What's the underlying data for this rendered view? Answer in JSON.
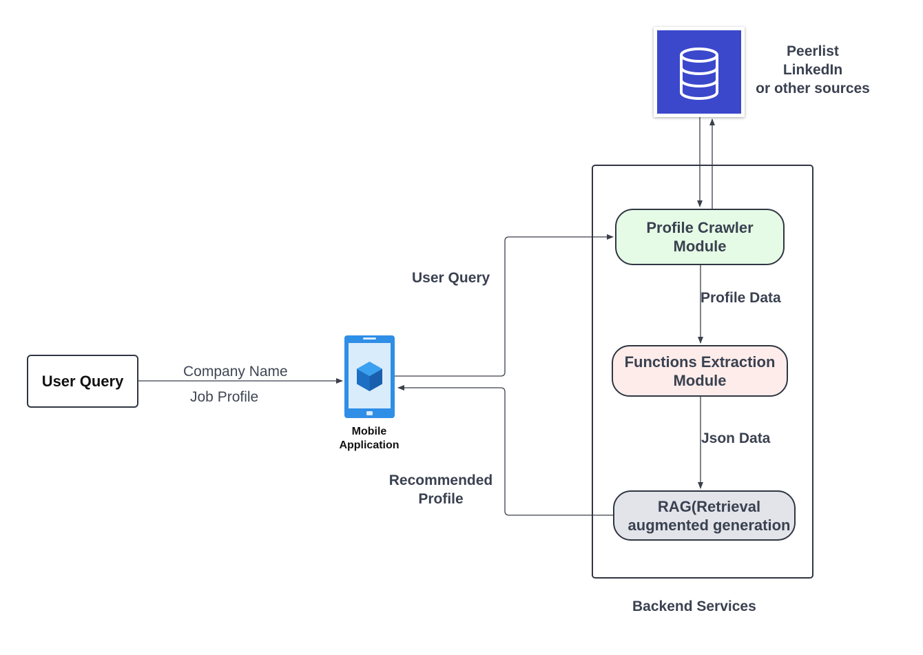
{
  "user_query_box": {
    "label": "User Query"
  },
  "input_labels": {
    "company": "Company Name",
    "job": "Job Profile"
  },
  "mobile": {
    "line1": "Mobile",
    "line2": "Application"
  },
  "edge_labels": {
    "user_query": "User Query",
    "recommended_line1": "Recommended",
    "recommended_line2": "Profile",
    "profile_data": "Profile Data",
    "json_data": "Json Data"
  },
  "database": {
    "line1": "Peerlist",
    "line2": "LinkedIn",
    "line3": "or other sources"
  },
  "modules": {
    "crawler": {
      "line1": "Profile Crawler",
      "line2": "Module"
    },
    "extraction": {
      "line1": "Functions Extraction",
      "line2": "Module"
    },
    "rag": {
      "line1": "RAG(Retrieval",
      "line2": "augmented generation"
    }
  },
  "backend": {
    "label": "Backend Services"
  },
  "colors": {
    "db_blue": "#3b48cc",
    "crawler_fill": "#e6fbe6",
    "extraction_fill": "#fdecea",
    "rag_fill": "#e2e4e9",
    "phone_blue": "#2f8ee6",
    "text": "#3a4150"
  },
  "icons": {
    "database": "database-icon",
    "phone": "mobile-phone-icon",
    "cube": "cube-icon"
  }
}
